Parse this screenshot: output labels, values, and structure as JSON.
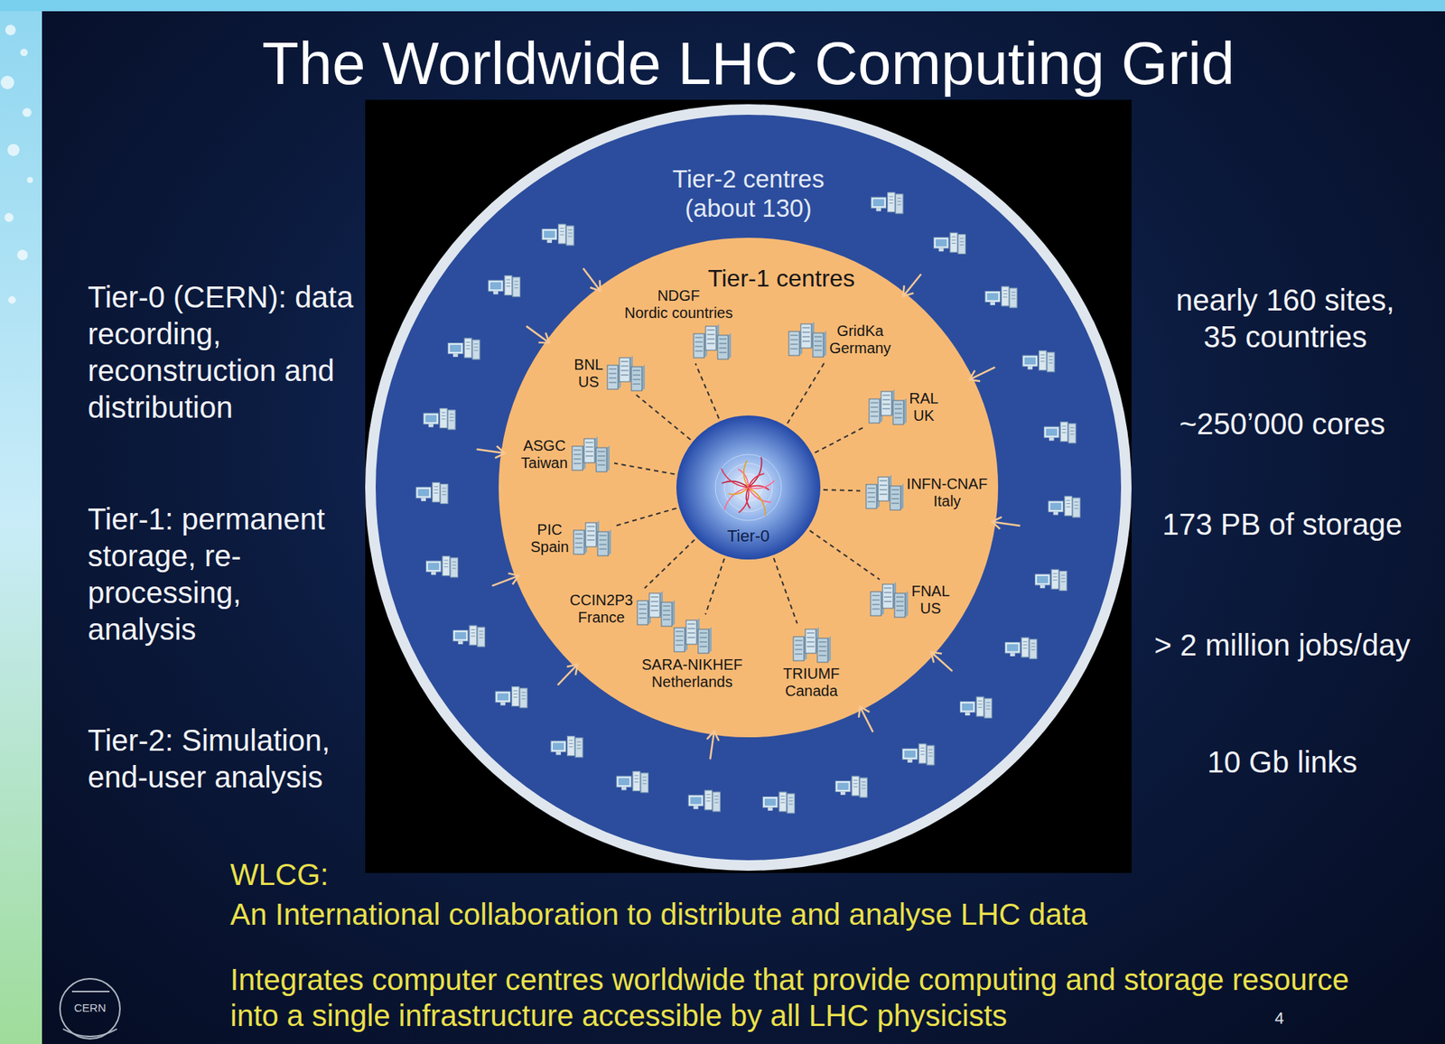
{
  "diagram": {
    "title": "The Worldwide LHC Computing Grid",
    "nodes": [
      {
        "text": [
          "Tier-2 centres (about 130)"
        ]
      },
      {
        "text": [
          "Tier-1 centres"
        ],
        "in": 0
      },
      {
        "text": [
          "Tier-0"
        ],
        "in": 1
      },
      {
        "text": [
          "NDGF",
          "Nordic countries"
        ],
        "in": 1
      },
      {
        "text": [
          "GridKa",
          "Germany"
        ],
        "in": 1
      },
      {
        "text": [
          "RAL",
          "UK"
        ],
        "in": 1
      },
      {
        "text": [
          "INFN-CNAF",
          "Italy"
        ],
        "in": 1
      },
      {
        "text": [
          "FNAL",
          "US"
        ],
        "in": 1
      },
      {
        "text": [
          "TRIUMF",
          "Canada"
        ],
        "in": 1
      },
      {
        "text": [
          "SARA-NIKHEF",
          "Netherlands"
        ],
        "in": 1
      },
      {
        "text": [
          "CCIN2P3",
          "France"
        ],
        "in": 1
      },
      {
        "text": [
          "PIC",
          "Spain"
        ],
        "in": 1
      },
      {
        "text": [
          "ASGC",
          "Taiwan"
        ],
        "in": 1
      },
      {
        "text": [
          "BNL",
          "US"
        ],
        "in": 1
      }
    ],
    "edges": [
      {
        "from": 2,
        "to": 3,
        "arrow": "none"
      },
      {
        "from": 2,
        "to": 4,
        "arrow": "none"
      },
      {
        "from": 2,
        "to": 5,
        "arrow": "none"
      },
      {
        "from": 2,
        "to": 6,
        "arrow": "none"
      },
      {
        "from": 2,
        "to": 7,
        "arrow": "none"
      },
      {
        "from": 2,
        "to": 8,
        "arrow": "none"
      },
      {
        "from": 2,
        "to": 9,
        "arrow": "none"
      },
      {
        "from": 2,
        "to": 10,
        "arrow": "none"
      },
      {
        "from": 2,
        "to": 11,
        "arrow": "none"
      },
      {
        "from": 2,
        "to": 12,
        "arrow": "none"
      },
      {
        "from": 2,
        "to": 13,
        "arrow": "none"
      }
    ],
    "labels": [
      "Tier-0 (CERN): data recording, reconstruction and distribution",
      "Tier-1: permanent storage, re- processing, analysis",
      "Tier-2: Simulation, end-user analysis",
      "nearly 160 sites, 35 countries",
      "~250’000 cores",
      "173 PB of storage",
      "> 2 million jobs/day",
      "10 Gb links",
      "WLCG:",
      "An International collaboration to distribute and analyse LHC data",
      "Integrates computer centres worldwide that provide computing and storage resource into a single infrastructure accessible by all LHC physicists",
      "CERN",
      "4"
    ]
  }
}
